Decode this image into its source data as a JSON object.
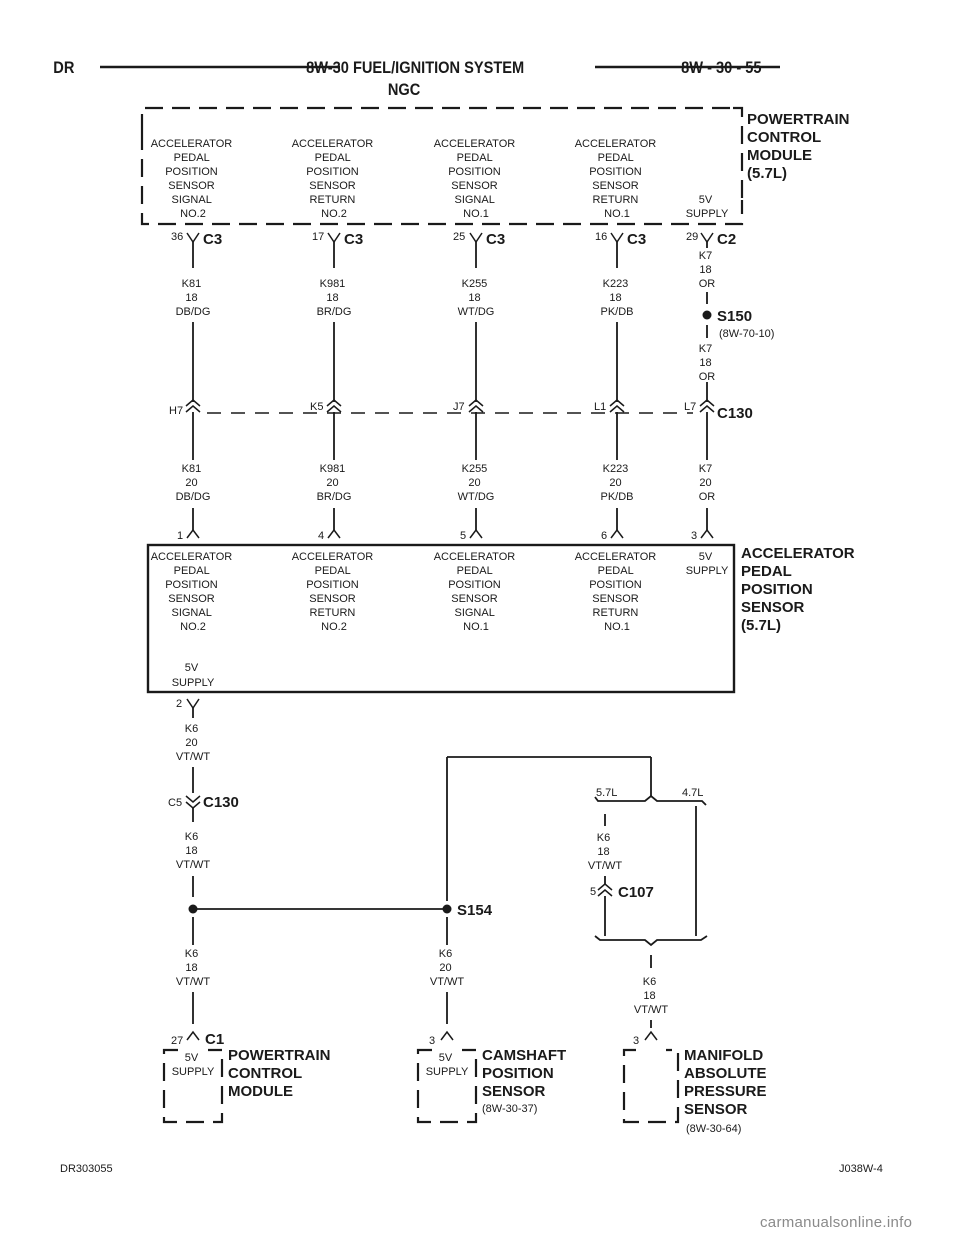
{
  "header": {
    "left": "DR",
    "title": "8W-30 FUEL/IGNITION SYSTEM",
    "subtitle": "NGC",
    "page": "8W - 30 - 55"
  },
  "pcm_top": {
    "label": [
      "POWERTRAIN",
      "CONTROL",
      "MODULE",
      "(5.7L)"
    ],
    "functions": [
      [
        "ACCELERATOR",
        "PEDAL",
        "POSITION",
        "SENSOR",
        "SIGNAL",
        "NO.2"
      ],
      [
        "ACCELERATOR",
        "PEDAL",
        "POSITION",
        "SENSOR",
        "RETURN",
        "NO.2"
      ],
      [
        "ACCELERATOR",
        "PEDAL",
        "POSITION",
        "SENSOR",
        "SIGNAL",
        "NO.1"
      ],
      [
        "ACCELERATOR",
        "PEDAL",
        "POSITION",
        "SENSOR",
        "RETURN",
        "NO.1"
      ],
      [
        "5V",
        "SUPPLY"
      ]
    ],
    "pins": [
      "36",
      "17",
      "25",
      "16",
      "29"
    ],
    "connectors": [
      "C3",
      "C3",
      "C3",
      "C3",
      "C2"
    ]
  },
  "wires_upper": [
    [
      "K81",
      "18",
      "DB/DG"
    ],
    [
      "K981",
      "18",
      "BR/DG"
    ],
    [
      "K255",
      "18",
      "WT/DG"
    ],
    [
      "K223",
      "18",
      "PK/DB"
    ],
    [
      "K7",
      "18",
      "OR"
    ]
  ],
  "splice_s150": {
    "id": "S150",
    "ref": "(8W-70-10)",
    "wire_below": [
      "K7",
      "18",
      "OR"
    ]
  },
  "c130_top": {
    "name": "C130",
    "pins": [
      "H7",
      "K5",
      "J7",
      "L1",
      "L7"
    ]
  },
  "wires_lower": [
    [
      "K81",
      "20",
      "DB/DG"
    ],
    [
      "K981",
      "20",
      "BR/DG"
    ],
    [
      "K255",
      "20",
      "WT/DG"
    ],
    [
      "K223",
      "20",
      "PK/DB"
    ],
    [
      "K7",
      "20",
      "OR"
    ]
  ],
  "apps": {
    "label": [
      "ACCELERATOR",
      "PEDAL",
      "POSITION",
      "SENSOR",
      "(5.7L)"
    ],
    "pins": [
      "1",
      "4",
      "5",
      "6",
      "3"
    ],
    "functions": [
      [
        "ACCELERATOR",
        "PEDAL",
        "POSITION",
        "SENSOR",
        "SIGNAL",
        "NO.2"
      ],
      [
        "ACCELERATOR",
        "PEDAL",
        "POSITION",
        "SENSOR",
        "RETURN",
        "NO.2"
      ],
      [
        "ACCELERATOR",
        "PEDAL",
        "POSITION",
        "SENSOR",
        "SIGNAL",
        "NO.1"
      ],
      [
        "ACCELERATOR",
        "PEDAL",
        "POSITION",
        "SENSOR",
        "RETURN",
        "NO.1"
      ],
      [
        "5V",
        "SUPPLY"
      ]
    ],
    "supply_label": [
      "5V",
      "SUPPLY"
    ],
    "supply_pin": "2"
  },
  "k6_wires": {
    "apps_out": [
      "K6",
      "20",
      "VT/WT"
    ],
    "after_c130": [
      "K6",
      "18",
      "VT/WT"
    ],
    "to_pcm": [
      "K6",
      "18",
      "VT/WT"
    ],
    "to_cmp": [
      "K6",
      "20",
      "VT/WT"
    ],
    "c107_in": [
      "K6",
      "18",
      "VT/WT"
    ],
    "to_map": [
      "K6",
      "18",
      "VT/WT"
    ]
  },
  "c130_bottom": {
    "name": "C130",
    "pin": "C5"
  },
  "splice_s154": {
    "id": "S154"
  },
  "engine_options": [
    "5.7L",
    "4.7L"
  ],
  "c107": {
    "name": "C107",
    "pin": "5"
  },
  "pcm_bottom": {
    "pin": "27",
    "connector": "C1",
    "function": [
      "5V",
      "SUPPLY"
    ],
    "label": [
      "POWERTRAIN",
      "CONTROL",
      "MODULE"
    ]
  },
  "cmp": {
    "pin": "3",
    "function": [
      "5V",
      "SUPPLY"
    ],
    "label": [
      "CAMSHAFT",
      "POSITION",
      "SENSOR"
    ],
    "ref": "(8W-30-37)"
  },
  "map_sensor": {
    "pin": "3",
    "label": [
      "MANIFOLD",
      "ABSOLUTE",
      "PRESSURE",
      "SENSOR"
    ],
    "ref": "(8W-30-64)"
  },
  "footer": {
    "left": "DR303055",
    "right": "J038W-4"
  },
  "watermark": "carmanualsonline.info"
}
